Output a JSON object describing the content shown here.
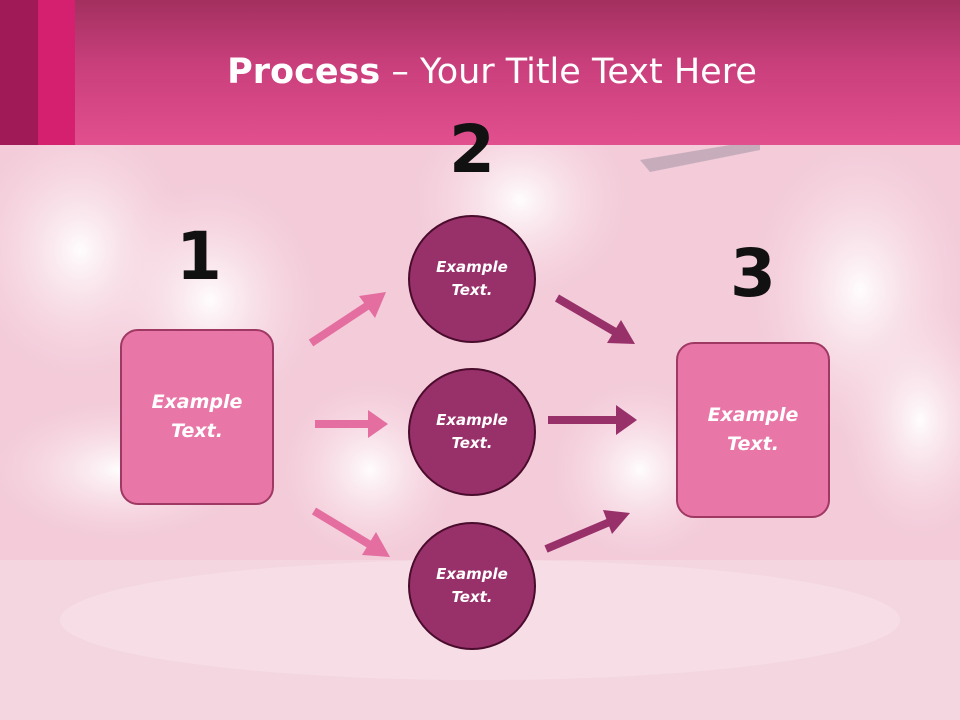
{
  "slide": {
    "title_bold": "Process",
    "title_rest": " – Your Title Text Here"
  },
  "steps": [
    {
      "number": "1",
      "box_text": [
        "Example",
        "Text."
      ]
    },
    {
      "number": "2",
      "circles": [
        {
          "text": [
            "Example",
            "Text."
          ]
        },
        {
          "text": [
            "Example",
            "Text."
          ]
        },
        {
          "text": [
            "Example",
            "Text."
          ]
        }
      ]
    },
    {
      "number": "3",
      "box_text": [
        "Example",
        "Text."
      ]
    }
  ],
  "colors": {
    "header": "#d8457f",
    "box_fill": "#e877a8",
    "circle_fill": "#98306a",
    "arrow_light": "#e46ea0",
    "arrow_dark": "#98306a"
  }
}
